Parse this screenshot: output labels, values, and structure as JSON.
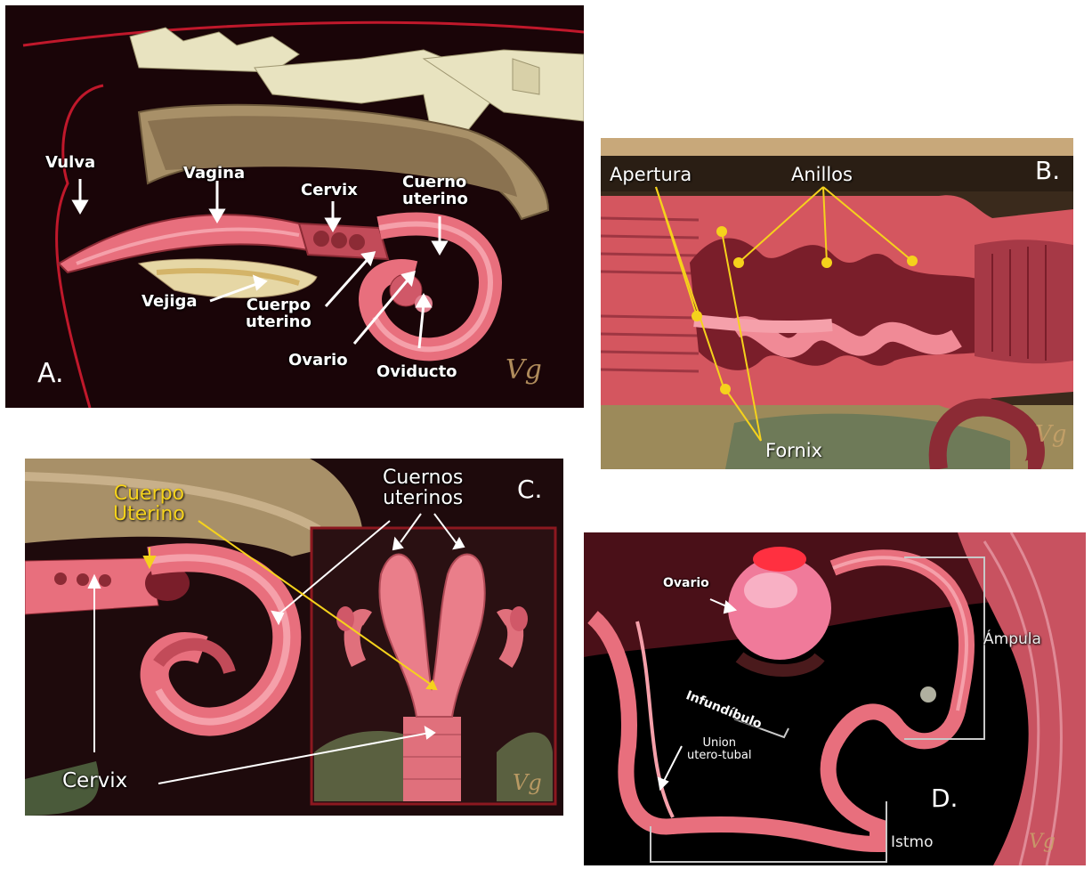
{
  "panels": {
    "a": {
      "letter": "A.",
      "labels": {
        "vulva": "Vulva",
        "vagina": "Vagina",
        "cervix": "Cervix",
        "cuerno": "Cuerno\nuterino",
        "vejiga": "Vejiga",
        "cuerpo": "Cuerpo\nuterino",
        "ovario": "Ovario",
        "oviducto": "Oviducto"
      }
    },
    "b": {
      "letter": "B.",
      "labels": {
        "apertura": "Apertura",
        "anillos": "Anillos",
        "fornix": "Fornix"
      }
    },
    "c": {
      "letter": "C.",
      "labels": {
        "cuerpo": "Cuerpo\nUterino",
        "cuernos": "Cuernos\nuterinos",
        "cervix": "Cervix"
      }
    },
    "d": {
      "letter": "D.",
      "labels": {
        "ovario": "Ovario",
        "ampula": "Ámpula",
        "infundibulo": "Infundíbulo",
        "union": "Union\nutero-tubal",
        "istmo": "Istmo"
      }
    }
  },
  "colors": {
    "background": "#1a0508",
    "tissue_pink": "#e86f7d",
    "tissue_light": "#f5a0aa",
    "tissue_dark": "#8c2b35",
    "bone": "#e8e3c0",
    "rumen": "#a89068",
    "annotation_yellow": "#f5d21c",
    "outline_red": "#c0182b",
    "arrow_white": "#ffffff"
  }
}
